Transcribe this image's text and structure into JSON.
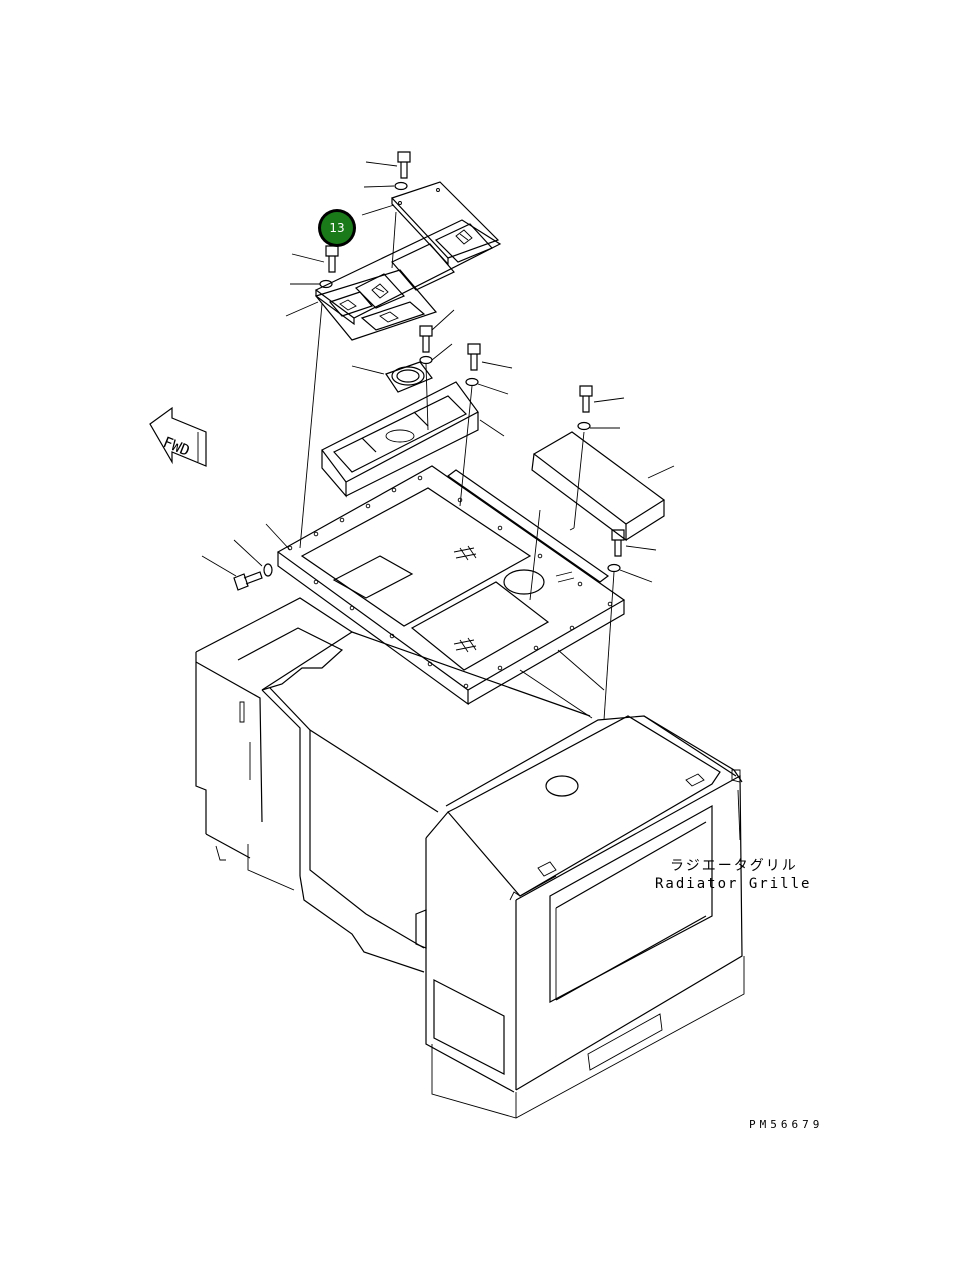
{
  "callout": {
    "number": "13",
    "color": "#1a7a1a"
  },
  "fwd_label": "FWD",
  "radiator_label": {
    "jp": "ラジエータグリル",
    "en": "Radiator Grille"
  },
  "drawing_id": "PM56679"
}
